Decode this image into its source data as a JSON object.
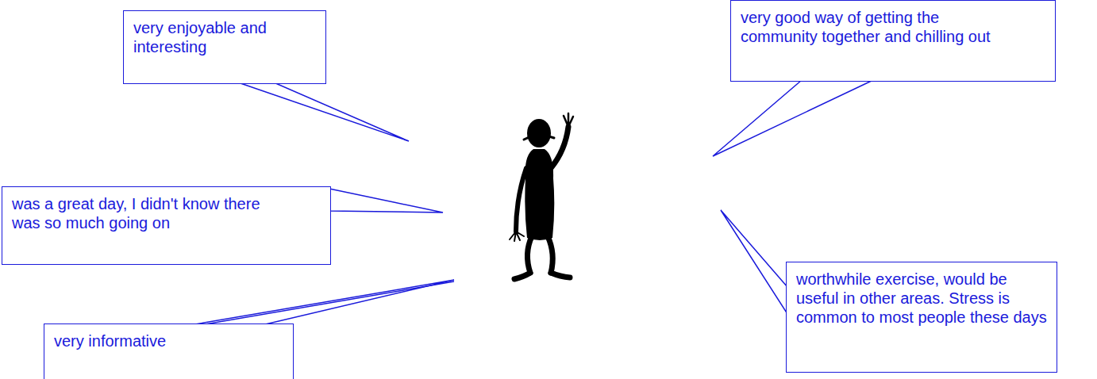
{
  "diagram": {
    "nodes": [
      {
        "text": [
          "very enjoyable and interesting"
        ]
      },
      {
        "text": [
          "very good way of getting the community together and chilling out"
        ]
      },
      {
        "text": [
          "was a great day, I didn't know there was so much going on"
        ]
      },
      {
        "text": [
          "worthwhile exercise, would be useful in other areas. Stress is common to most people these days"
        ]
      },
      {
        "text": [
          "very informative"
        ]
      }
    ]
  }
}
